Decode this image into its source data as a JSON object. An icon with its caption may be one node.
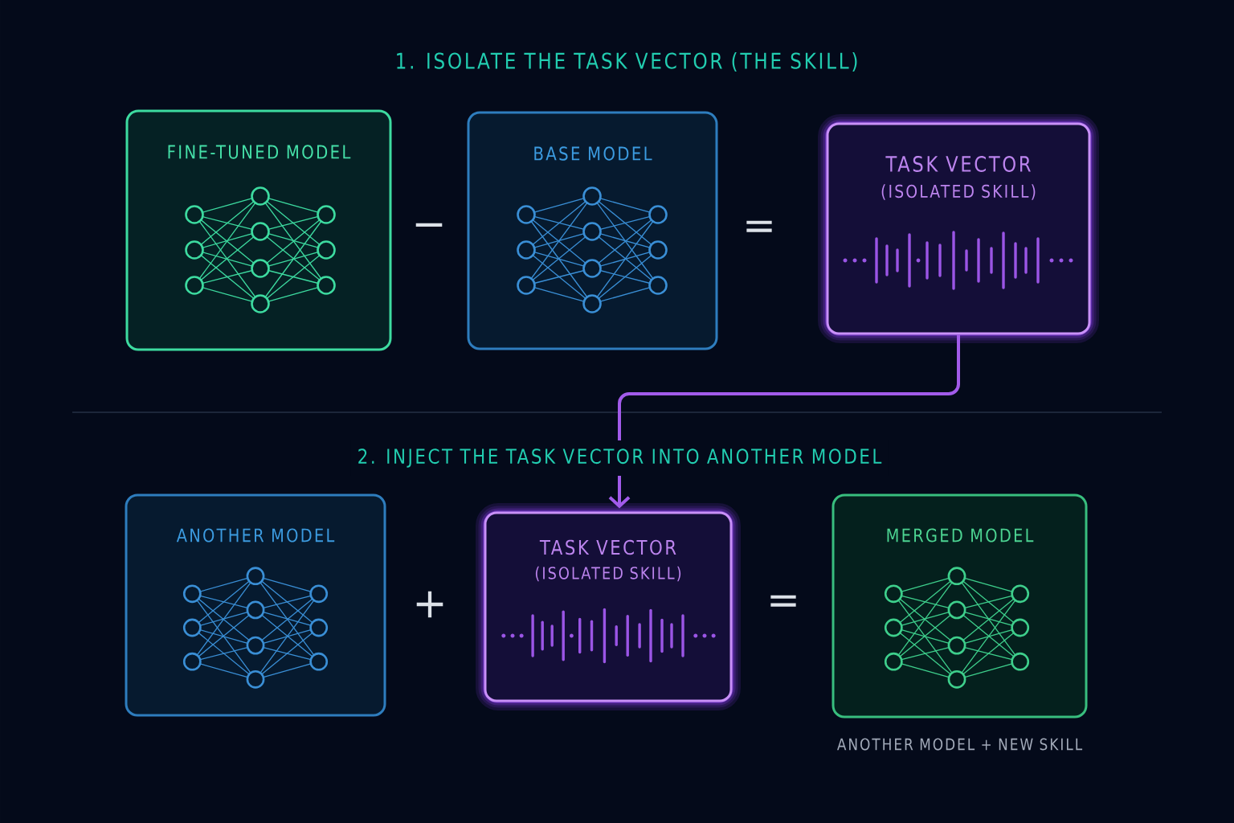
{
  "diagram": {
    "nodes": [
      {
        "text": [
          "FINE-TUNED MODEL"
        ]
      },
      {
        "text": [
          "BASE MODEL"
        ]
      },
      {
        "text": [
          "TASK VECTOR",
          "(ISOLATED SKILL)"
        ]
      },
      {
        "text": [
          "ANOTHER MODEL"
        ]
      },
      {
        "text": [
          "TASK VECTOR",
          "(ISOLATED SKILL)"
        ]
      },
      {
        "text": [
          "MERGED MODEL"
        ],
        "beside": [
          "ANOTHER MODEL + NEW SKILL"
        ]
      }
    ],
    "edges": [
      {
        "from": 2,
        "to": 4,
        "arrow": "to"
      }
    ],
    "labels": [
      "1. ISOLATE THE TASK VECTOR (THE SKILL)",
      "−",
      "=",
      "2. INJECT THE TASK VECTOR INTO ANOTHER MODEL",
      "+",
      "="
    ]
  }
}
